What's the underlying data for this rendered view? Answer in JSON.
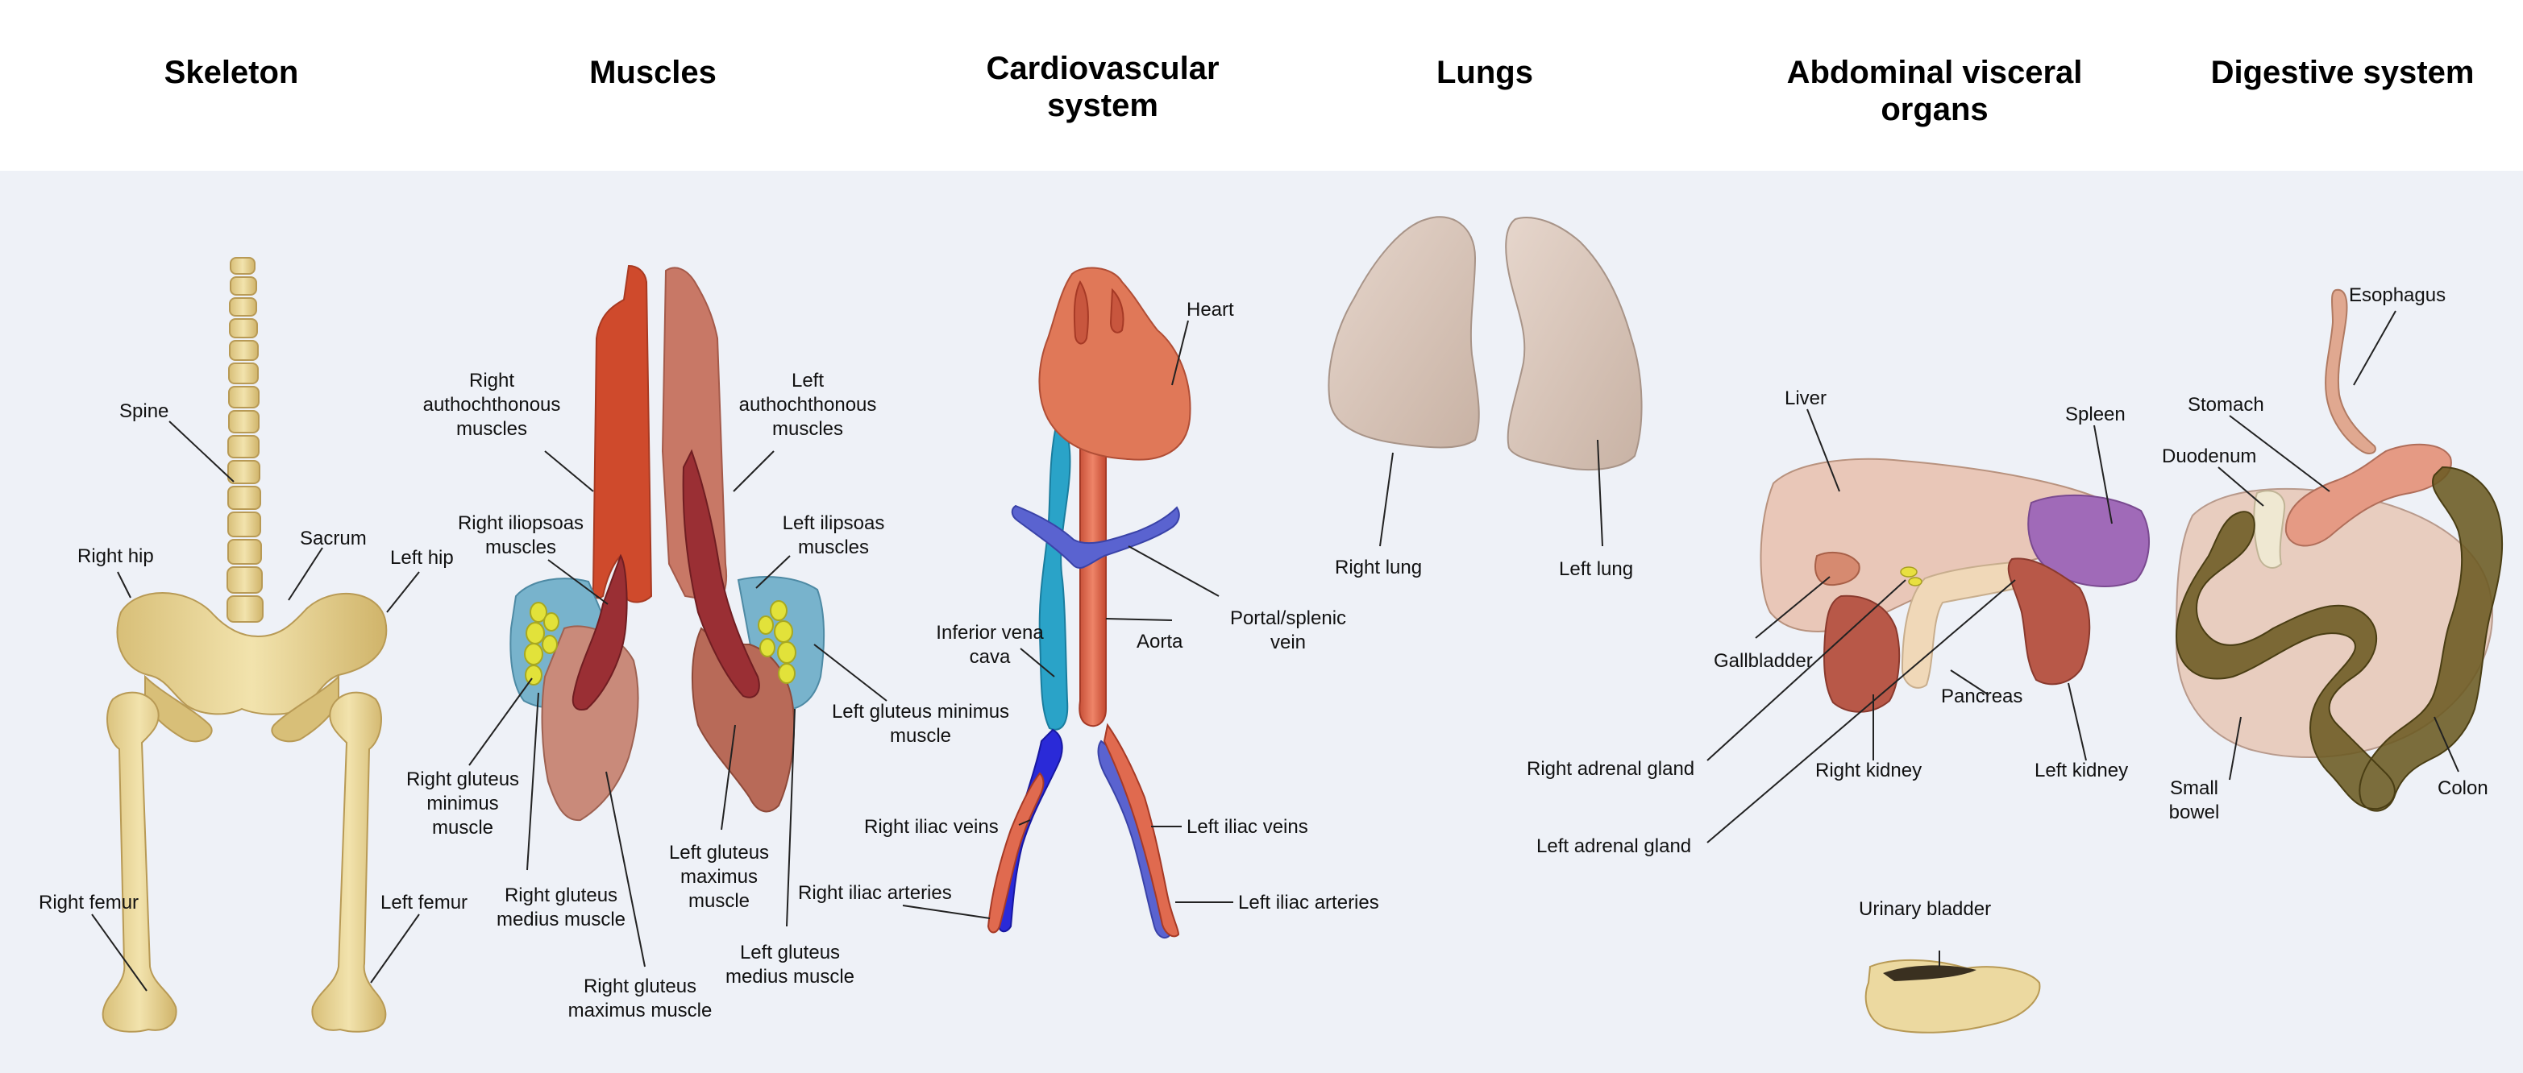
{
  "columns": {
    "skeleton": "Skeleton",
    "muscles": "Muscles",
    "cardio_line1": "Cardiovascular",
    "cardio_line2": "system",
    "lungs": "Lungs",
    "abdominal_line1": "Abdominal visceral",
    "abdominal_line2": "organs",
    "digestive": "Digestive system"
  },
  "labels": {
    "spine": "Spine",
    "sacrum": "Sacrum",
    "right_hip": "Right hip",
    "left_hip": "Left hip",
    "right_femur": "Right femur",
    "left_femur": "Left femur",
    "right_autochthonous_1": "Right",
    "right_autochthonous_2": "authochthonous",
    "right_autochthonous_3": "muscles",
    "left_autochthonous_1": "Left",
    "left_autochthonous_2": "authochthonous",
    "left_autochthonous_3": "muscles",
    "right_iliopsoas_1": "Right iliopsoas",
    "right_iliopsoas_2": "muscles",
    "left_iliopsoas_1": "Left ilipsoas",
    "left_iliopsoas_2": "muscles",
    "right_gluteus_minimus_1": "Right gluteus",
    "right_gluteus_minimus_2": "minimus",
    "right_gluteus_minimus_3": "muscle",
    "right_gluteus_medius_1": "Right gluteus",
    "right_gluteus_medius_2": "medius muscle",
    "right_gluteus_maximus_1": "Right gluteus",
    "right_gluteus_maximus_2": "maximus muscle",
    "left_gluteus_minimus_1": "Left gluteus minimus",
    "left_gluteus_minimus_2": "muscle",
    "left_gluteus_maximus_1": "Left gluteus",
    "left_gluteus_maximus_2": "maximus",
    "left_gluteus_maximus_3": "muscle",
    "left_gluteus_medius_1": "Left gluteus",
    "left_gluteus_medius_2": "medius muscle",
    "heart": "Heart",
    "ivc_1": "Inferior vena",
    "ivc_2": "cava",
    "aorta": "Aorta",
    "portal_1": "Portal/splenic",
    "portal_2": "vein",
    "right_iliac_veins": "Right iliac veins",
    "left_iliac_veins": "Left iliac veins",
    "right_iliac_arteries": "Right iliac arteries",
    "left_iliac_arteries": "Left iliac arteries",
    "right_lung": "Right lung",
    "left_lung": "Left lung",
    "liver": "Liver",
    "spleen": "Spleen",
    "gallbladder": "Gallbladder",
    "pancreas": "Pancreas",
    "right_adrenal": "Right adrenal gland",
    "left_adrenal": "Left adrenal gland",
    "right_kidney": "Right kidney",
    "left_kidney": "Left kidney",
    "urinary_bladder": "Urinary bladder",
    "esophagus": "Esophagus",
    "stomach": "Stomach",
    "duodenum": "Duodenum",
    "small_bowel_1": "Small",
    "small_bowel_2": "bowel",
    "colon": "Colon"
  },
  "colors": {
    "bone": "#ecd9a0",
    "muscle_autochthonous": "#cf4a2c",
    "muscle_left_autochthonous": "#c87866",
    "muscle_iliopsoas": "#9a2f34",
    "muscle_gluteus_minimus": "#78b3cc",
    "muscle_gluteus_medius": "#e2e23a",
    "muscle_gluteus_maximus": "#c98a7a",
    "heart": "#e07858",
    "aorta": "#e06a4f",
    "vena_cava": "#2aa3c8",
    "portal_vein": "#5a63d0",
    "iliac_vein": "#2a2ad8",
    "lung": "#d8c4b8",
    "liver": "#e8c2b0",
    "spleen": "#a06ab8",
    "kidney": "#b85848",
    "pancreas": "#f0d8b8",
    "gallbladder": "#e8e040",
    "stomach": "#e59a84",
    "colon": "#6b5a22",
    "small_bowel": "#e8cdbf",
    "duodenum": "#efe8d2",
    "esophagus": "#e0a890",
    "bladder": "#ecd9a0",
    "panel_background": "#eef1f7"
  }
}
